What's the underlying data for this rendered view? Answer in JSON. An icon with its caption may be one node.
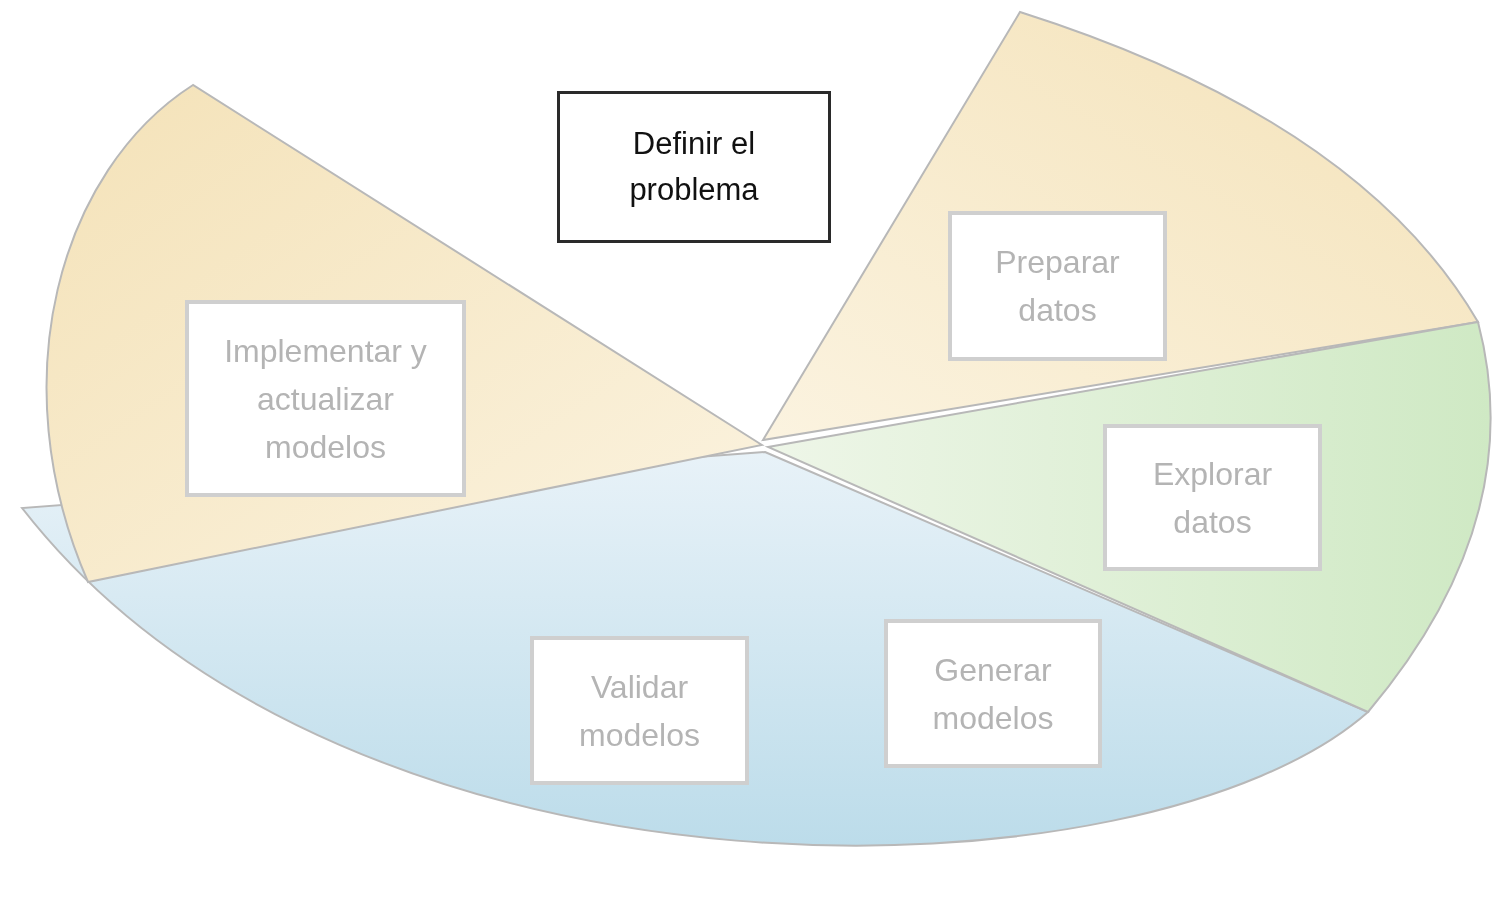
{
  "diagram": {
    "nodes": [
      {
        "text": [
          "Definir el problema"
        ]
      },
      {
        "text": [
          "Preparar datos"
        ]
      },
      {
        "text": [
          "Implementar y actualizar modelos"
        ]
      },
      {
        "text": [
          "Explorar datos"
        ]
      },
      {
        "text": [
          "Generar modelos"
        ]
      },
      {
        "text": [
          "Validar modelos"
        ]
      }
    ]
  }
}
